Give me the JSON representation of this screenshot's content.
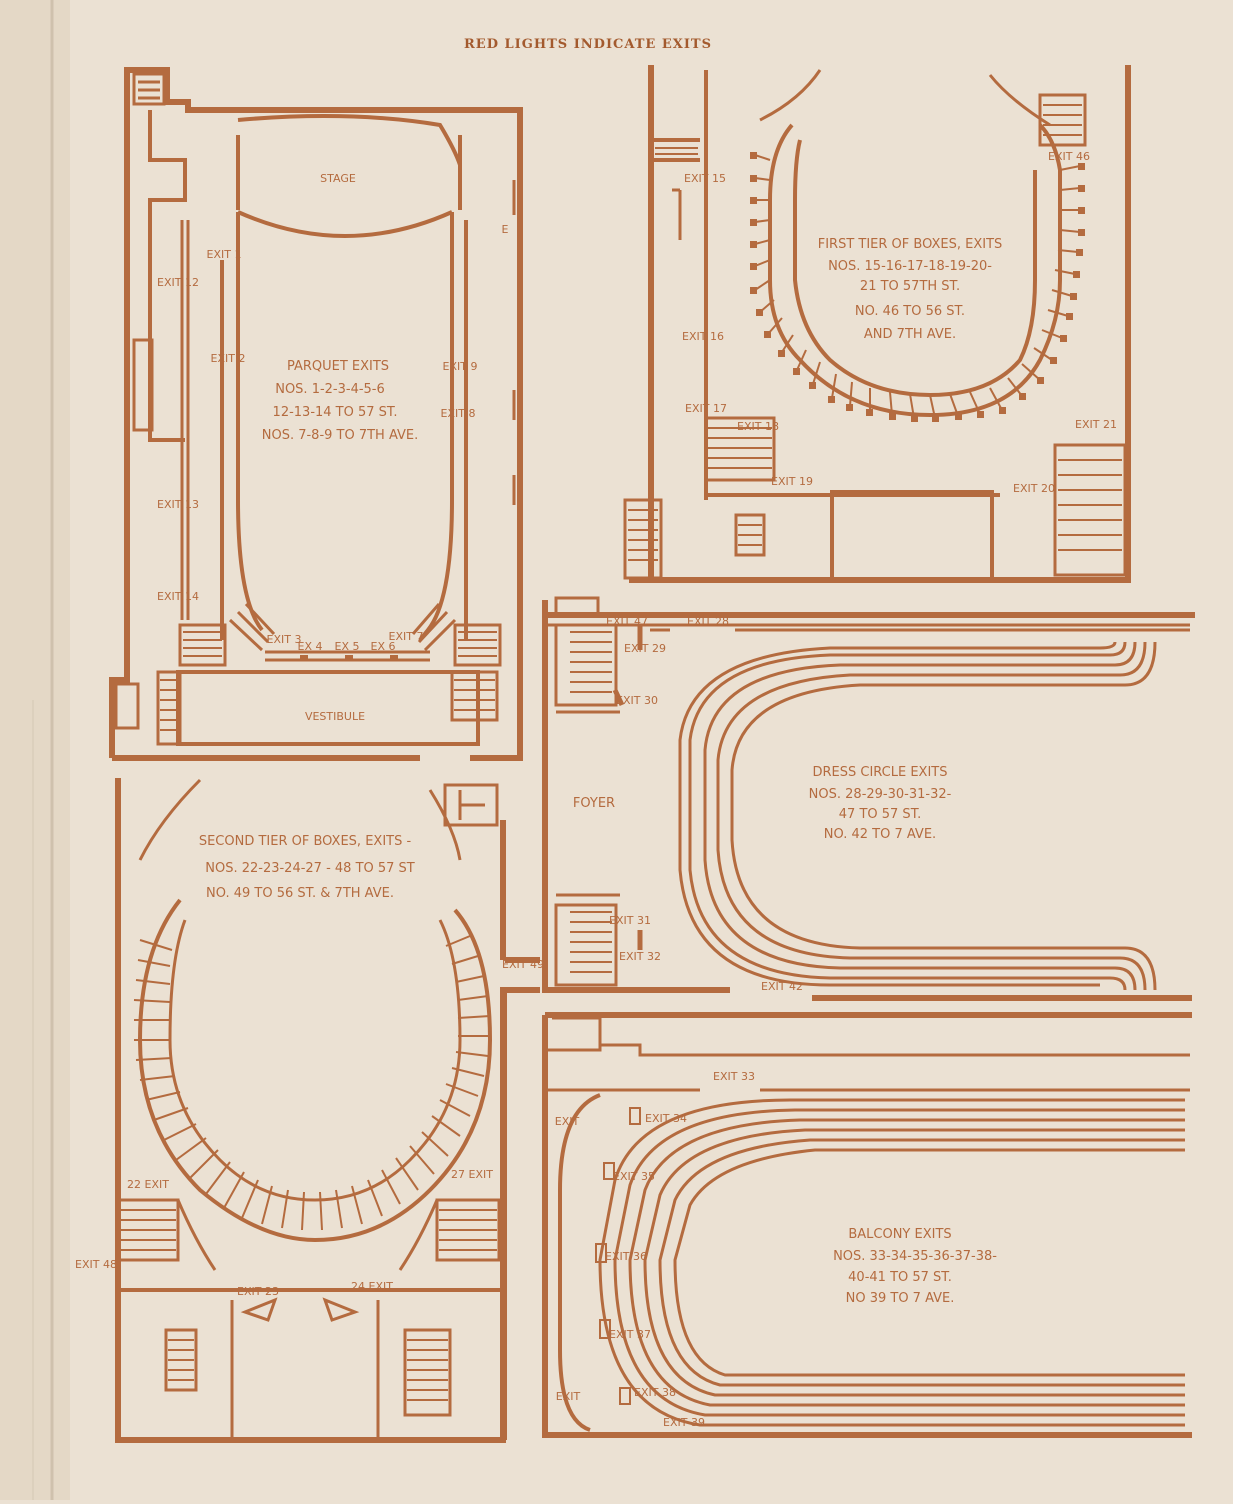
{
  "header": {
    "title": "RED LIGHTS INDICATE EXITS"
  },
  "colors": {
    "paper": "#ebe1d3",
    "ink": "#b46b3f",
    "spine": "#d9ccb9"
  },
  "parquet": {
    "stage": "STAGE",
    "vestibule": "VESTIBULE",
    "title": "PARQUET EXITS",
    "line1": "NOS. 1-2-3-4-5-6",
    "line2": "12-13-14 TO 57 ST.",
    "line3": "NOS. 7-8-9 TO 7TH AVE.",
    "exits": [
      "EXIT 1",
      "EXIT 2",
      "EXIT 12",
      "EXIT 13",
      "EXIT 14",
      "EXIT 9",
      "EXIT 8",
      "EXIT 3",
      "EX 4",
      "EX 5",
      "EX 6",
      "EXIT 7",
      "E"
    ]
  },
  "first_tier": {
    "title": "FIRST TIER OF BOXES, EXITS",
    "line1": "NOS. 15-16-17-18-19-20-",
    "line2": "21 TO 57TH ST.",
    "line3": "NO. 46 TO 56 ST.",
    "line4": "AND 7TH AVE.",
    "exits": [
      "EXIT 15",
      "EXIT 16",
      "EXIT 17",
      "EXIT 18",
      "EXIT 19",
      "EXIT 20",
      "EXIT 21",
      "EXIT 46"
    ]
  },
  "second_tier": {
    "title": "SECOND TIER OF BOXES, EXITS -",
    "line1": "NOS. 22-23-24-27 - 48 TO 57 ST",
    "line2": "NO. 49 TO 56 ST. & 7TH AVE.",
    "exits": [
      "EXIT 49",
      "22 EXIT",
      "27 EXIT",
      "EXIT 48",
      "EXIT 23",
      "24 EXIT"
    ]
  },
  "dress_circle": {
    "foyer": "FOYER",
    "title": "DRESS CIRCLE EXITS",
    "line1": "NOS. 28-29-30-31-32-",
    "line2": "47 TO 57 ST.",
    "line3": "NO. 42 TO 7 AVE.",
    "exits": [
      "EXIT 47",
      "EXIT 28",
      "EXIT 29",
      "EXIT 30",
      "EXIT 31",
      "EXIT 32",
      "EXIT 42"
    ]
  },
  "balcony": {
    "title": "BALCONY EXITS",
    "line1": "NOS. 33-34-35-36-37-38-",
    "line2": "40-41 TO 57 ST.",
    "line3": "NO 39 TO 7 AVE.",
    "exits": [
      "EXIT 33",
      "EXIT",
      "EXIT 34",
      "EXIT 35",
      "EXIT 36",
      "EXIT 37",
      "EXIT 38",
      "EXIT 39",
      "EXIT"
    ]
  }
}
